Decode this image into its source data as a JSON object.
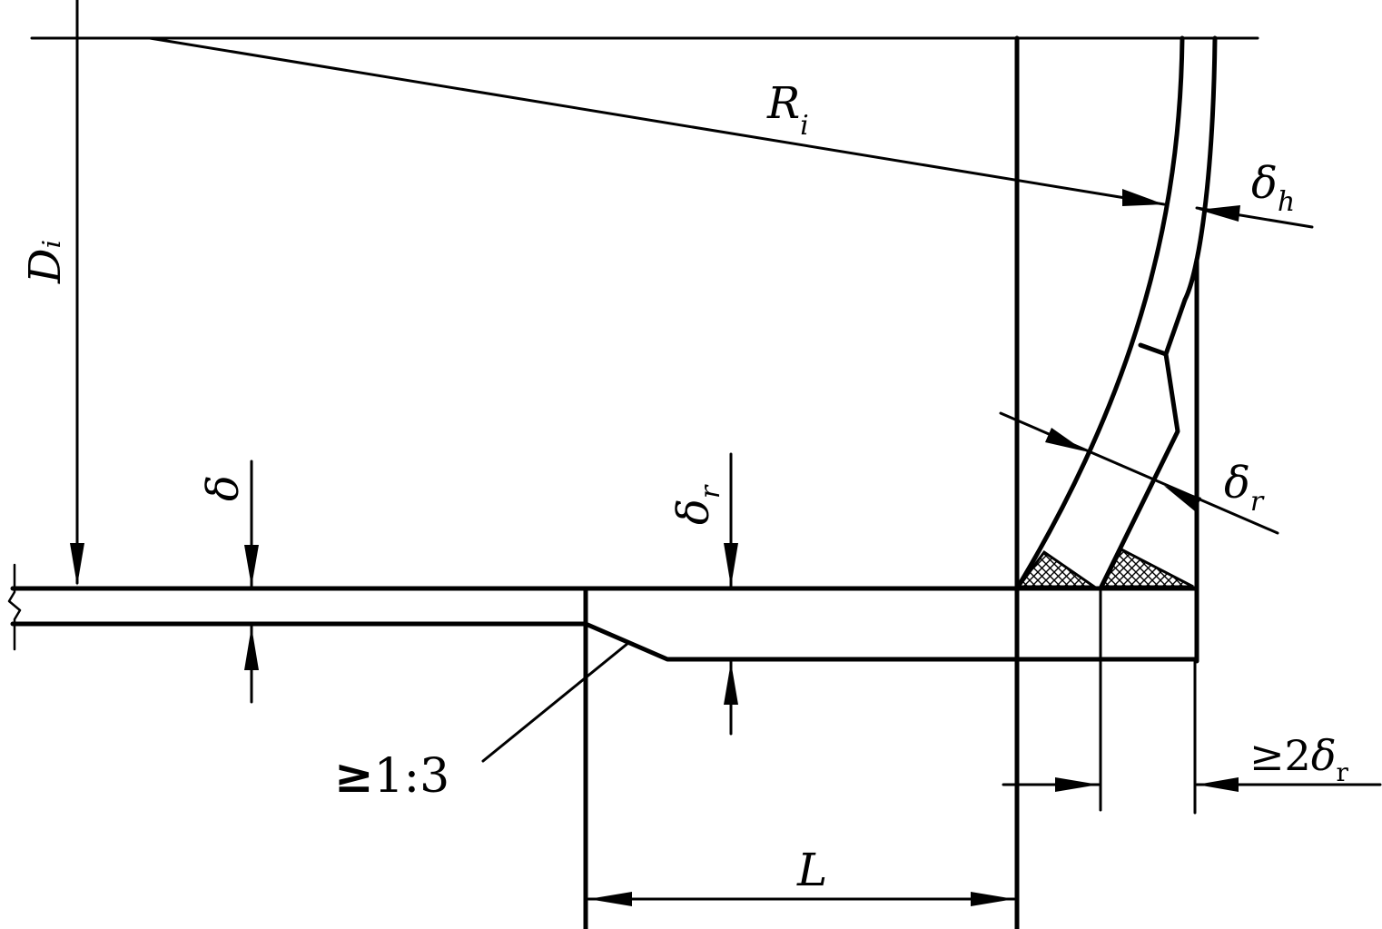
{
  "labels": {
    "inner_diameter": "Dᵢ",
    "inner_radius_main": "R",
    "inner_radius_sub": "i",
    "shell_thickness": "δ",
    "reinforcement_thickness_main": "δ",
    "reinforcement_thickness_sub": "r",
    "head_thickness_main": "δ",
    "head_thickness_sub": "h",
    "head_reinforcement_main": "δ",
    "head_reinforcement_sub": "r",
    "taper_ratio_symbol": "≥",
    "taper_ratio_value": "1:3",
    "reinforcement_length": "L",
    "min_distance_prefix": "≥2",
    "min_distance_main": "δ",
    "min_distance_sub": "r"
  },
  "colors": {
    "ink": "#000000",
    "background": "#ffffff"
  }
}
